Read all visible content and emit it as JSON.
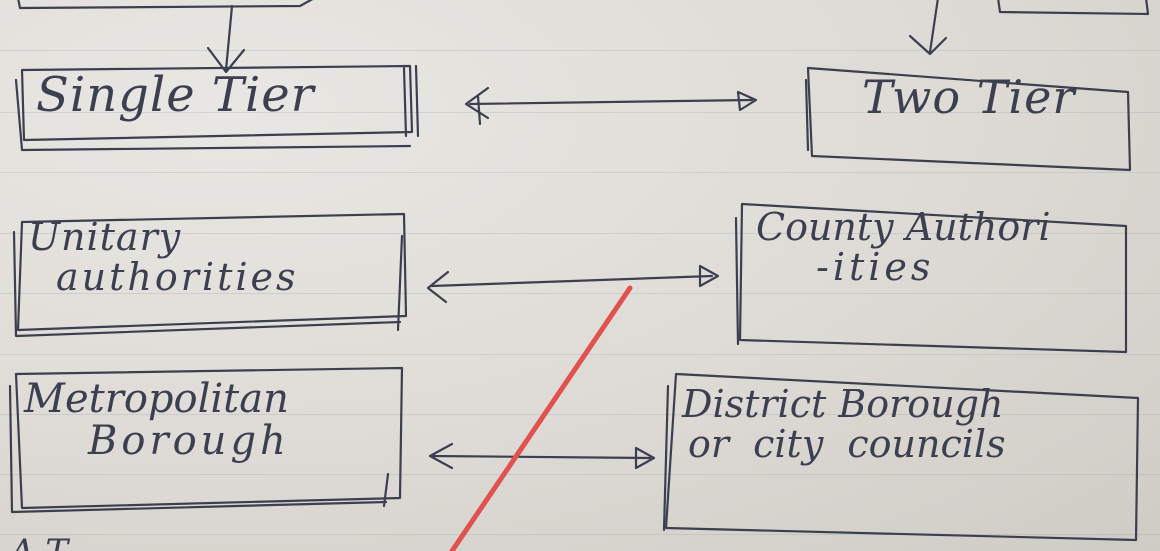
{
  "diagram": {
    "nodes": {
      "single_tier": [
        "Single Tier"
      ],
      "two_tier": [
        "Two Tier"
      ],
      "unitary_authorities": [
        "Unitary",
        "authorities"
      ],
      "county_authorities": [
        "County Authori",
        "-ities"
      ],
      "metropolitan_borough": [
        "Metropolitan",
        "Borough"
      ],
      "district_borough": [
        "District Borough",
        "or city councils"
      ]
    },
    "bottom_fragment": "A T",
    "colors": {
      "ink": "#3b3f50",
      "annotation_stroke": "#e0524f",
      "paper": "#dedbd6"
    }
  }
}
